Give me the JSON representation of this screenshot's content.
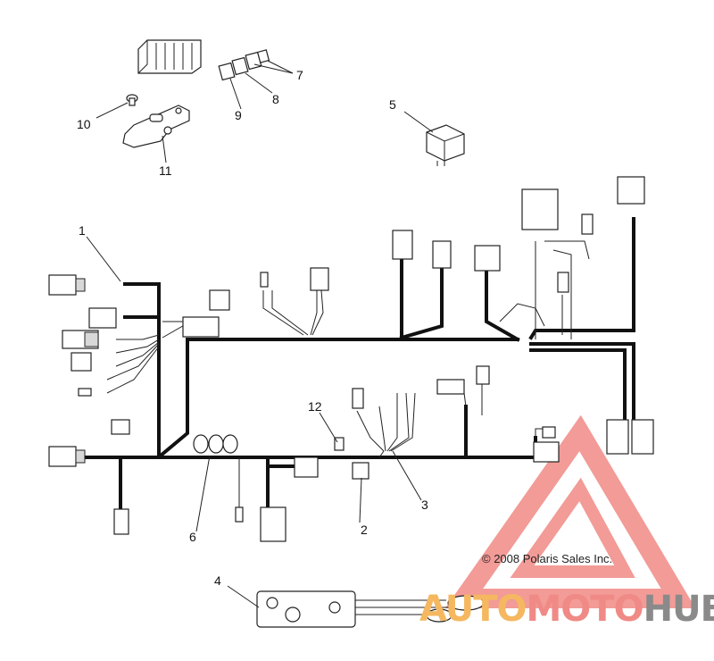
{
  "callouts": [
    {
      "id": "1",
      "label": "1"
    },
    {
      "id": "2",
      "label": "2"
    },
    {
      "id": "3",
      "label": "3"
    },
    {
      "id": "4",
      "label": "4"
    },
    {
      "id": "5",
      "label": "5"
    },
    {
      "id": "6",
      "label": "6"
    },
    {
      "id": "7",
      "label": "7"
    },
    {
      "id": "8",
      "label": "8"
    },
    {
      "id": "9",
      "label": "9"
    },
    {
      "id": "10",
      "label": "10"
    },
    {
      "id": "11",
      "label": "11"
    },
    {
      "id": "12",
      "label": "12"
    }
  ],
  "copyright": "© 2008 Polaris Sales Inc.",
  "watermark": {
    "part1": "AUTO",
    "part2": "MOTO",
    "part3": "HUB",
    "color_primary": "#f08a86",
    "color_secondary": "#f5b860",
    "color_dark": "#8a8a8a"
  }
}
